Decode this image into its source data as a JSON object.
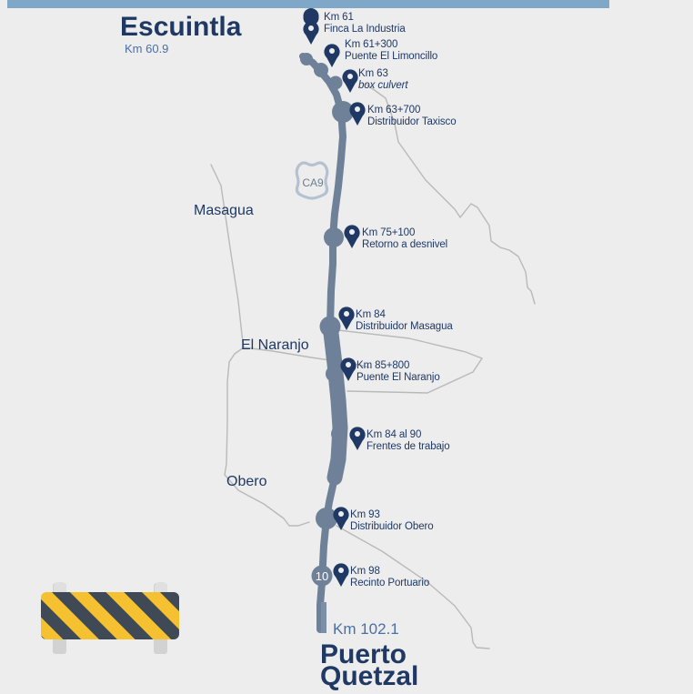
{
  "map": {
    "background_color": "#ededed",
    "accent_bar_color": "#7fa8c8",
    "road_color": "#6f8199",
    "secondary_road_color": "#b9b9b9",
    "pin_color": "#1f3864",
    "label_color": "#1f3864",
    "km_color": "#4a6fa5"
  },
  "start_city": {
    "name": "Escuintla",
    "km": "Km 60.9"
  },
  "end_city": {
    "name_line1": "Puerto",
    "name_line2": "Quetzal",
    "km": "Km 102.1"
  },
  "route_shields": [
    {
      "name": "ca9-shield",
      "label": "CA9"
    },
    {
      "name": "route-10-badge",
      "label": "10"
    }
  ],
  "towns": [
    {
      "label": "Masagua"
    },
    {
      "label": "El Naranjo"
    },
    {
      "label": "Obero"
    }
  ],
  "points_of_interest": [
    {
      "km": "Km 61",
      "desc": "Finca La Industria",
      "style": "normal"
    },
    {
      "km": "Km 61+300",
      "desc": "Puente El Limoncillo",
      "style": "normal"
    },
    {
      "km": "Km 63",
      "desc": "box culvert",
      "style": "italic"
    },
    {
      "km": "Km 63+700",
      "desc": "Distribuidor Taxisco",
      "style": "normal"
    },
    {
      "km": "Km 75+100",
      "desc": "Retorno a desnivel",
      "style": "normal"
    },
    {
      "km": "Km 84",
      "desc": "Distribuidor Masagua",
      "style": "normal"
    },
    {
      "km": "Km 85+800",
      "desc": "Puente El Naranjo",
      "style": "normal"
    },
    {
      "km": "Km 84 al 90",
      "desc": "Frentes de trabajo",
      "style": "normal"
    },
    {
      "km": "Km 93",
      "desc": "Distribuidor Obero",
      "style": "normal"
    },
    {
      "km": "Km 98",
      "desc": "Recinto Portuario",
      "style": "normal"
    }
  ],
  "legend_icon": {
    "name": "construction-barrier-icon",
    "stripe_color": "#f5c130",
    "dark_color": "#3f4a56",
    "leg_color": "#d2d2d2"
  }
}
